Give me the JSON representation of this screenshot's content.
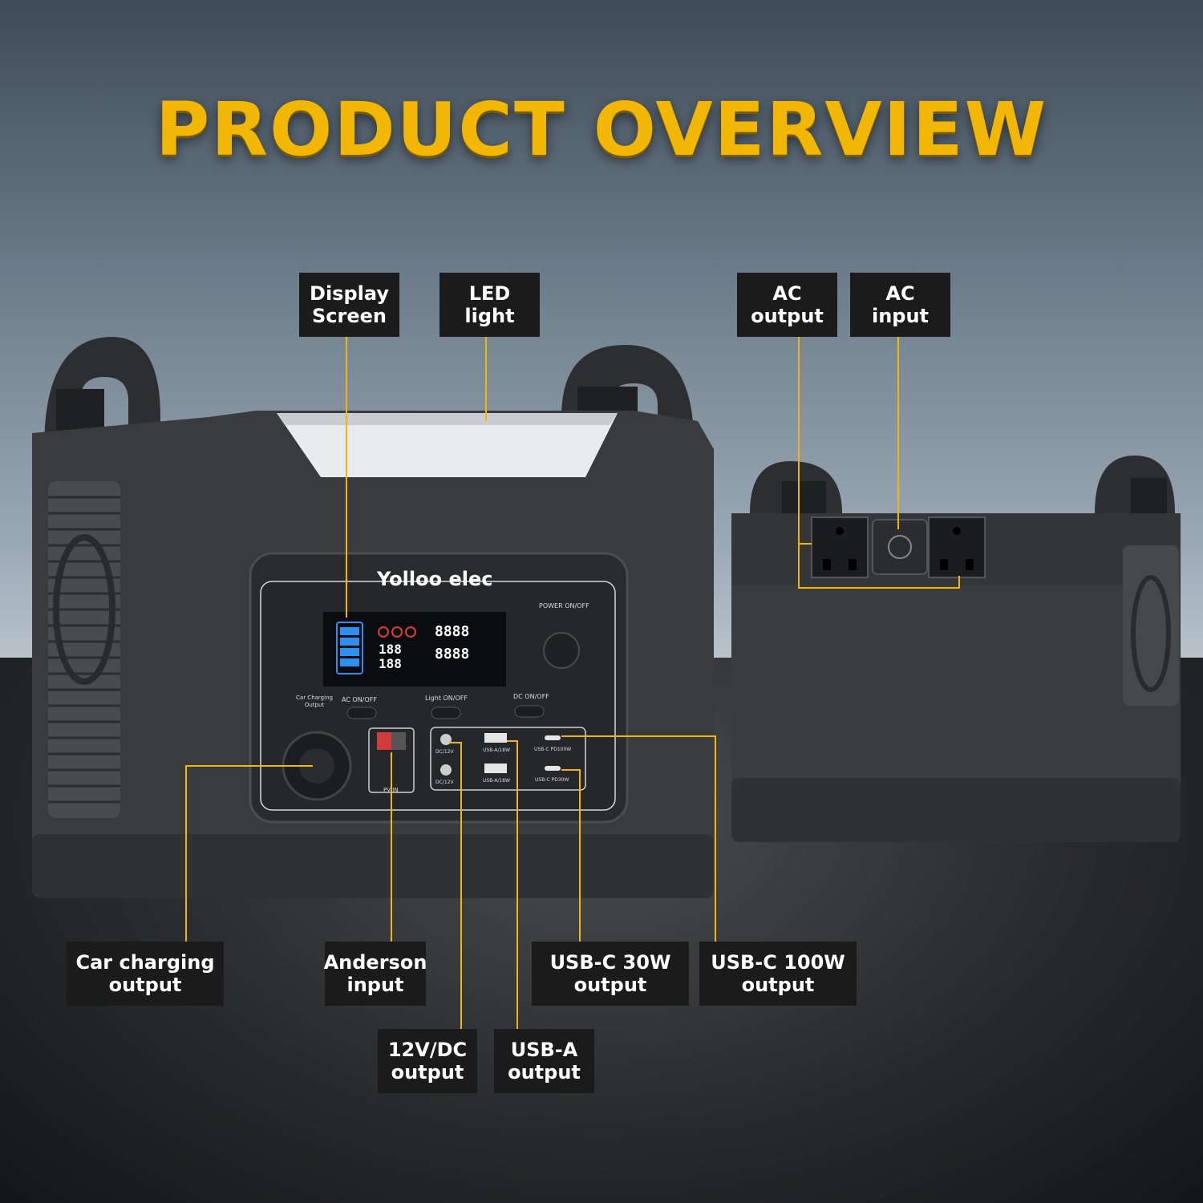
{
  "title": "PRODUCT OVERVIEW",
  "accent_color": "#f2b705",
  "brand": "Yolloo elec",
  "panel": {
    "power_button": "POWER ON/OFF",
    "car_charging_output": "Car Charging Output",
    "ac_button": "AC ON/OFF",
    "light_button": "Light ON/OFF",
    "dc_button": "DC ON/OFF",
    "pv_in": "PV IN",
    "dc12_a": "DC/12V",
    "dc12_b": "DC/12V",
    "usba_a": "USB-A/18W",
    "usba_b": "USB-A/18W",
    "usbc_100": "USB-C PD100W",
    "usbc_30": "USB-C PD30W",
    "lcd_input": "8888",
    "lcd_output": "8888",
    "lcd_pct1": "188",
    "lcd_pct2": "188"
  },
  "labels": {
    "display_screen": "Display\nScreen",
    "led_light": "LED light",
    "ac_output": "AC\noutput",
    "ac_input": "AC\ninput",
    "car_charging_output": "Car charging\noutput",
    "anderson_input": "Anderson\ninput",
    "usbc_30w_output": "USB-C 30W\noutput",
    "usbc_100w_output": "USB-C 100W\noutput",
    "dc12v_output": "12V/DC\noutput",
    "usba_output": "USB-A\noutput"
  }
}
